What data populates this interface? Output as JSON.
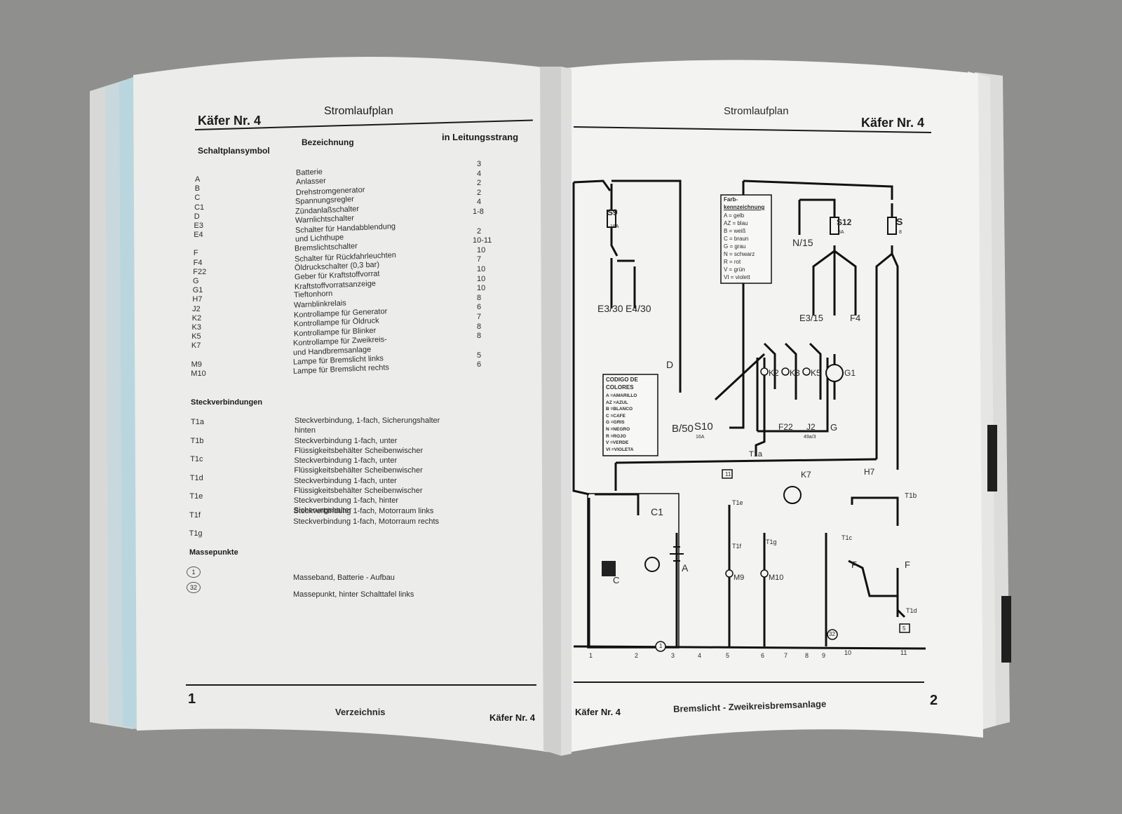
{
  "left_page": {
    "header_title": "Käfer Nr. 4",
    "header_subtitle": "Stromlaufplan",
    "col_symbol": "Schaltplansymbol",
    "col_designation": "Bezeichnung",
    "col_harness": "in Leitungsstrang",
    "symbols": [
      "A",
      "B",
      "C",
      "C1",
      "D",
      "E3",
      "E4",
      "F",
      "F4",
      "F22",
      "G",
      "G1",
      "H7",
      "J2",
      "K2",
      "K3",
      "K5",
      "K7",
      "M9",
      "M10"
    ],
    "designations": [
      "Batterie",
      "Anlasser",
      "Drehstromgenerator",
      "Spannungsregler",
      "Zündanlaßschalter",
      "Warnlichtschalter",
      "Schalter für Handabblendung",
      "und Lichthupe",
      "Bremslichtschalter",
      "Schalter für Rückfahrleuchten",
      "Öldruckschalter (0,3 bar)",
      "Geber für Kraftstoffvorrat",
      "Kraftstoffvorratsanzeige",
      "Tieftonhorn",
      "Warnblinkrelais",
      "Kontrollampe für Generator",
      "Kontrollampe für Öldruck",
      "Kontrollampe für Blinker",
      "Kontrollampe für Zweikreis-",
      "und Handbremsanlage",
      "Lampe für Bremslicht links",
      "Lampe für Bremslicht rechts"
    ],
    "harness_numbers": [
      "3",
      "4",
      "2",
      "2",
      "4",
      "1-8",
      "2",
      "10-11",
      "10",
      "7",
      "10",
      "10",
      "10",
      "8",
      "6",
      "7",
      "8",
      "8",
      "5",
      "6"
    ],
    "connectors_title": "Steckverbindungen",
    "connectors": [
      {
        "code": "T1a",
        "line1": "Steckverbindung, 1-fach, Sicherungshalter",
        "line2": "hinten"
      },
      {
        "code": "T1b",
        "line1": "Steckverbindung 1-fach, unter",
        "line2": "Flüssigkeitsbehälter Scheibenwischer"
      },
      {
        "code": "T1c",
        "line1": "Steckverbindung 1-fach, unter",
        "line2": "Flüssigkeitsbehälter Scheibenwischer"
      },
      {
        "code": "T1d",
        "line1": "Steckverbindung 1-fach, unter",
        "line2": "Flüssigkeitsbehälter Scheibenwischer"
      },
      {
        "code": "T1e",
        "line1": "Steckverbindung 1-fach, hinter",
        "line2": "Sicherungshalter"
      },
      {
        "code": "T1f",
        "line1": "Steckverbindung 1-fach, Motorraum links",
        "line2": ""
      },
      {
        "code": "T1g",
        "line1": "Steckverbindung 1-fach, Motorraum rechts",
        "line2": ""
      }
    ],
    "ground_title": "Massepunkte",
    "grounds": [
      {
        "code": "1",
        "label": "Masseband, Batterie - Aufbau"
      },
      {
        "code": "32",
        "label": "Massepunkt, hinter Schalttafel links"
      }
    ],
    "footer_page": "1",
    "footer_center": "Verzeichnis",
    "footer_right": "Käfer Nr. 4"
  },
  "right_page": {
    "header_title": "Käfer Nr. 4",
    "header_subtitle": "Stromlaufplan",
    "color_key_title_1": "Farb-",
    "color_key_title_2": "kennzeichnung",
    "color_key": [
      "A  =  gelb",
      "AZ =  blau",
      "B  =  weiß",
      "C  =  braun",
      "G  =  grau",
      "N  =  schwarz",
      "R  =  rot",
      "V  =  grün",
      "VI =  violett"
    ],
    "codigo_title_1": "CODIGO DE",
    "codigo_title_2": "COLORES",
    "codigo": [
      "A  =AMARILLO",
      "AZ =AZUL",
      "B  =BLANCO",
      "C  =CAFE",
      "G  =GRIS",
      "N  =NEGRO",
      "R  =ROJO",
      "V  =VERDE",
      "VI =VIOLETA"
    ],
    "labels": {
      "s9": "S9",
      "s9a": "16A",
      "s12": "S12",
      "s12a": "8A",
      "s8": "S",
      "s8a": "8",
      "n15": "N/15",
      "e330": "E3/30",
      "e430": "E4/30",
      "e315": "E3/15",
      "f4": "F4",
      "d": "D",
      "b50": "B/50",
      "s10": "S10",
      "s10a": "16A",
      "k2": "K2",
      "k3": "K3",
      "k5": "K5",
      "g1": "G1",
      "f22": "F22",
      "j2": "J2",
      "j2b": "49a/3",
      "g": "G",
      "t1a": "T1a",
      "k7": "K7",
      "h7": "H7",
      "t1b": "T1b",
      "c1": "C1",
      "c": "C",
      "a": "A",
      "m9": "M9",
      "m10": "M10",
      "t1e": "T1e",
      "t1f": "T1f",
      "t1g": "T1g",
      "t1c": "T1c",
      "t1d": "T1d",
      "f": "F",
      "f2": "F",
      "g11": "11",
      "g32": "32",
      "g1c": "1",
      "g5": "5"
    },
    "bottom_numbers": [
      "1",
      "2",
      "3",
      "4",
      "5",
      "6",
      "7",
      "8",
      "9",
      "10",
      "11"
    ],
    "footer_left": "Käfer Nr. 4",
    "footer_center": "Bremslicht - Zweikreisbremsanlage",
    "footer_page": "2"
  }
}
